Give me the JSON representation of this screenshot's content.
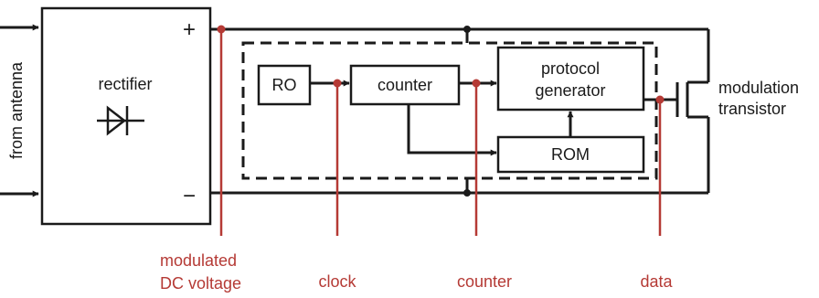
{
  "colors": {
    "line": "#1a1a1a",
    "probe": "#b53a35"
  },
  "inputs": {
    "label": "from antenna"
  },
  "rectifier": {
    "label": "rectifier",
    "plus": "+",
    "minus": "−",
    "icon": "diode-icon"
  },
  "blocks": {
    "ro": "RO",
    "counter": "counter",
    "protocol_line1": "protocol",
    "protocol_line2": "generator",
    "rom": "ROM"
  },
  "modulation": {
    "line1": "modulation",
    "line2": "transistor"
  },
  "probes": {
    "dc_line1": "modulated",
    "dc_line2": "DC voltage",
    "clock": "clock",
    "counter": "counter",
    "data": "data"
  }
}
